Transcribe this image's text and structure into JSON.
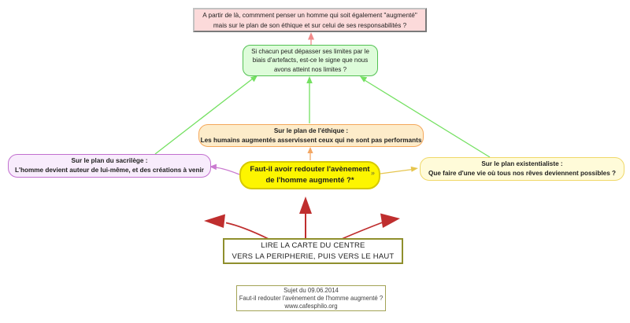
{
  "colors": {
    "pink_bg": "#fcdada",
    "pink_border_light": "#c2c2c2",
    "pink_border_dark": "#7a7a7a",
    "green_bg": "#defcda",
    "green_border": "#52c152",
    "orange_bg": "#fdecca",
    "orange_border": "#f4a75a",
    "purple_bg": "#f8ecfc",
    "purple_border": "#c26fcf",
    "yellow_bg": "#fdf500",
    "yellow_border": "#d6c900",
    "cream_bg": "#fffbd9",
    "cream_border": "#f0d868",
    "legend_border": "#8f8f2d",
    "footer_border": "#a3a356",
    "link_red": "#f18a8a",
    "link_green": "#74e061",
    "link_orange": "#f3a765",
    "link_purple": "#ca7ad0",
    "link_yellow": "#e6c54e",
    "arrow_red": "#bf2e2e",
    "text_dark": "#1f1f1f",
    "text_gray": "#3f3f3f"
  },
  "nodes": {
    "top_question": {
      "lines": [
        "A partir de là, commment penser un homme qui soit également \"augmenté\"",
        "mais sur le plan de son éthique et sur celui de ses responsabilités ?"
      ]
    },
    "limits_question": {
      "lines": [
        "Si chacun peut dépasser ses limites par le",
        "biais d'artefacts, est-ce le signe que nous",
        "avons atteint nos limites ?"
      ]
    },
    "ethics": {
      "lines": [
        "Sur le plan de l'éthique :",
        "Les humains augmentés asservissent ceux qui ne sont pas performants"
      ]
    },
    "sacrilege": {
      "lines": [
        "Sur le plan du sacrilège :",
        "L'homme devient auteur de lui-même, et des créations à venir"
      ]
    },
    "central": {
      "lines": [
        "Faut-il avoir redouter l'avènement",
        "de l'homme augmenté ?*"
      ],
      "icon": "»"
    },
    "existentialist": {
      "lines": [
        "Sur le plan existentialiste :",
        "Que faire d'une vie où tous nos rêves deviennent possibles ?"
      ]
    },
    "legend": {
      "lines": [
        "LIRE LA CARTE DU CENTRE",
        "VERS LA PERIPHERIE, PUIS VERS LE HAUT"
      ]
    },
    "footer": {
      "lines": [
        "Sujet du 09.06.2014",
        "Faut-il redouter l'avènement de l'homme augmenté ?",
        "www.cafesphilo.org"
      ]
    }
  }
}
